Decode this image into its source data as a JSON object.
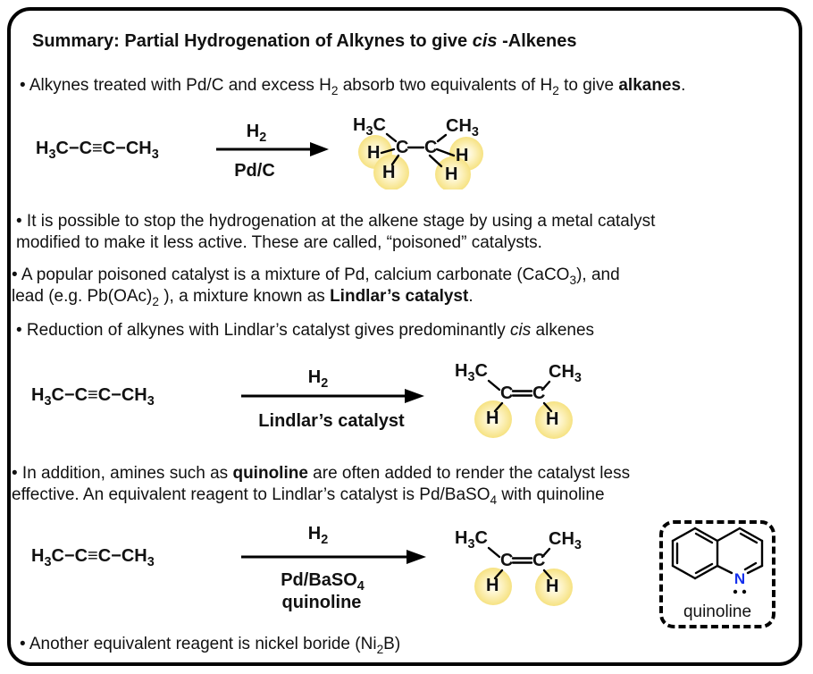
{
  "colors": {
    "highlight_edge": "#f6e282",
    "highlight_mid": "#fdf3c4",
    "highlight_center": "#fffef8",
    "nitrogen_blue": "#1530ee",
    "ink": "#000000",
    "frame_border": "#000000"
  },
  "title": {
    "segments": [
      {
        "t": "Summary: Partial Hydrogenation of Alkynes to give "
      },
      {
        "t": "cis",
        "i": true
      },
      {
        "t": " -Alkenes"
      }
    ]
  },
  "bullets": {
    "b1": {
      "lines": [
        [
          {
            "t": "• Alkynes treated with Pd/C and excess H"
          },
          {
            "t": "2",
            "sub": true
          },
          {
            "t": " absorb two equivalents of H"
          },
          {
            "t": "2",
            "sub": true
          },
          {
            "t": " to give "
          },
          {
            "t": "alkanes",
            "b": true
          },
          {
            "t": "."
          }
        ]
      ]
    },
    "b2": {
      "lines": [
        [
          {
            "t": "• It is possible to stop the hydrogenation at the alkene stage by using a metal catalyst"
          }
        ],
        [
          {
            "t": "modified to make it less active. These are called, “poisoned” catalysts."
          }
        ]
      ]
    },
    "b3": {
      "lines": [
        [
          {
            "t": "• A popular poisoned catalyst is a mixture of Pd, calcium carbonate (CaCO"
          },
          {
            "t": "3",
            "sub": true
          },
          {
            "t": "), and"
          }
        ],
        [
          {
            "t": "lead (e.g. Pb(OAc)"
          },
          {
            "t": "2",
            "sub": true
          },
          {
            "t": " ), a mixture known as "
          },
          {
            "t": "Lindlar’s catalyst",
            "b": true
          },
          {
            "t": "."
          }
        ]
      ]
    },
    "b4": {
      "lines": [
        [
          {
            "t": "• Reduction of alkynes with Lindlar’s catalyst gives predominantly "
          },
          {
            "t": "cis",
            "i": true
          },
          {
            "t": " alkenes"
          }
        ]
      ]
    },
    "b5": {
      "lines": [
        [
          {
            "t": "• In addition, amines such as "
          },
          {
            "t": "quinoline",
            "b": true
          },
          {
            "t": " are often added to render the catalyst less"
          }
        ],
        [
          {
            "t": "effective. An equivalent reagent to Lindlar’s catalyst is Pd/BaSO"
          },
          {
            "t": "4",
            "sub": true
          },
          {
            "t": " with quinoline"
          }
        ]
      ]
    },
    "b6": {
      "lines": [
        [
          {
            "t": "• Another equivalent reagent is nickel boride (Ni"
          },
          {
            "t": "2",
            "sub": true
          },
          {
            "t": "B)"
          }
        ]
      ]
    }
  },
  "reactions": {
    "reactant_formula": [
      {
        "t": "H"
      },
      {
        "t": "3",
        "sub": true
      },
      {
        "t": "C−C≡C−CH"
      },
      {
        "t": "3",
        "sub": true
      }
    ],
    "h2": [
      {
        "t": "H"
      },
      {
        "t": "2",
        "sub": true
      }
    ],
    "r1": {
      "below": [
        {
          "t": "Pd/C"
        }
      ]
    },
    "r2": {
      "below": [
        {
          "t": "Lindlar’s catalyst"
        }
      ]
    },
    "r3": {
      "below_line1": [
        {
          "t": "Pd/BaSO"
        },
        {
          "t": "4",
          "sub": true
        }
      ],
      "below_line2": [
        {
          "t": "quinoline"
        }
      ]
    }
  },
  "atoms": {
    "h3c": [
      {
        "t": "H"
      },
      {
        "t": "3",
        "sub": true
      },
      {
        "t": "C"
      }
    ],
    "ch3": [
      {
        "t": "CH"
      },
      {
        "t": "3",
        "sub": true
      }
    ],
    "c": "C",
    "h": "H"
  },
  "quinoline_box": {
    "nitrogen": "N",
    "label": "quinoline"
  }
}
